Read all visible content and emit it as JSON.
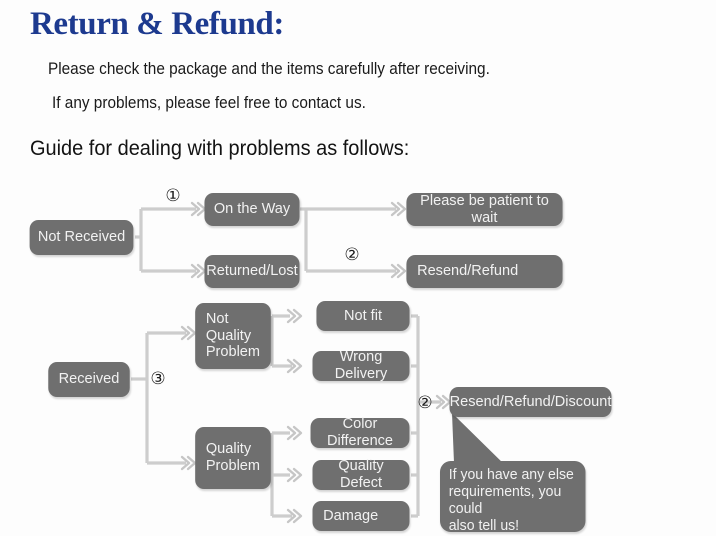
{
  "header": {
    "title": "Return & Refund:",
    "line1": "Please check the package and the items carefully after receiving.",
    "line2": "If any problems, please feel free to contact us.",
    "guide": "Guide for dealing with problems as follows:"
  },
  "colors": {
    "title_blue": "#1d3a8f",
    "node_fill": "#6f6f6f",
    "node_text": "#f2f2f2",
    "connector": "#c9c9c9",
    "background": "#fdfdfd"
  },
  "flowchart": {
    "nodes": {
      "not_received": "Not Received",
      "on_the_way": "On the Way",
      "returned_lost": "Returned/Lost",
      "please_wait": "Please be patient to wait",
      "resend_refund": "Resend/Refund",
      "received": "Received",
      "not_quality_problem": "Not\nQuality\nProblem",
      "quality_problem": "Quality\nProblem",
      "not_fit": "Not fit",
      "wrong_delivery": "Wrong Delivery",
      "color_difference": "Color Difference",
      "quality_defect": "Quality Defect",
      "damage": "Damage",
      "resend_refund_discount": "Resend/Refund/Discount"
    },
    "steps": {
      "one": "①",
      "two_top": "②",
      "three": "③",
      "two_bottom": "②"
    },
    "callout": "If you have any else\nrequirements, you could\nalso tell us!"
  }
}
